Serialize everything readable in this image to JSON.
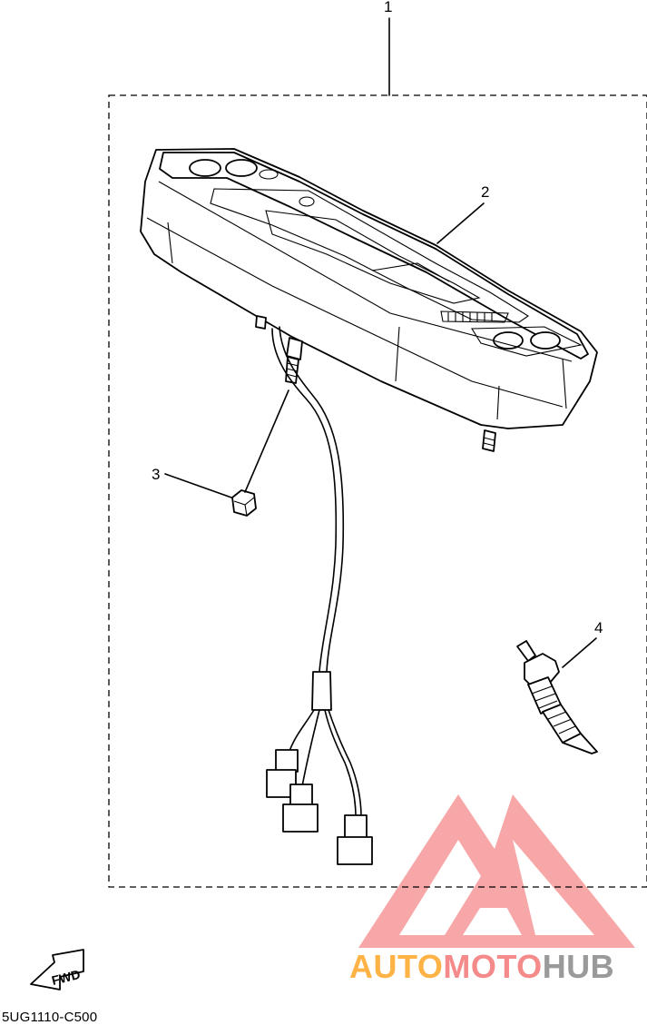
{
  "diagram": {
    "part_numbers": [
      "1",
      "2",
      "3",
      "4"
    ],
    "fwd_label": "FWD",
    "diagram_code": "5UG1110-C500"
  },
  "watermark": {
    "parts": [
      "AUTO",
      "MOTO",
      "HUB"
    ],
    "colors": {
      "auto": "#ffb347",
      "moto": "#f58a8a",
      "hub": "#9a9a9a",
      "logo": "#f58a8a"
    }
  }
}
